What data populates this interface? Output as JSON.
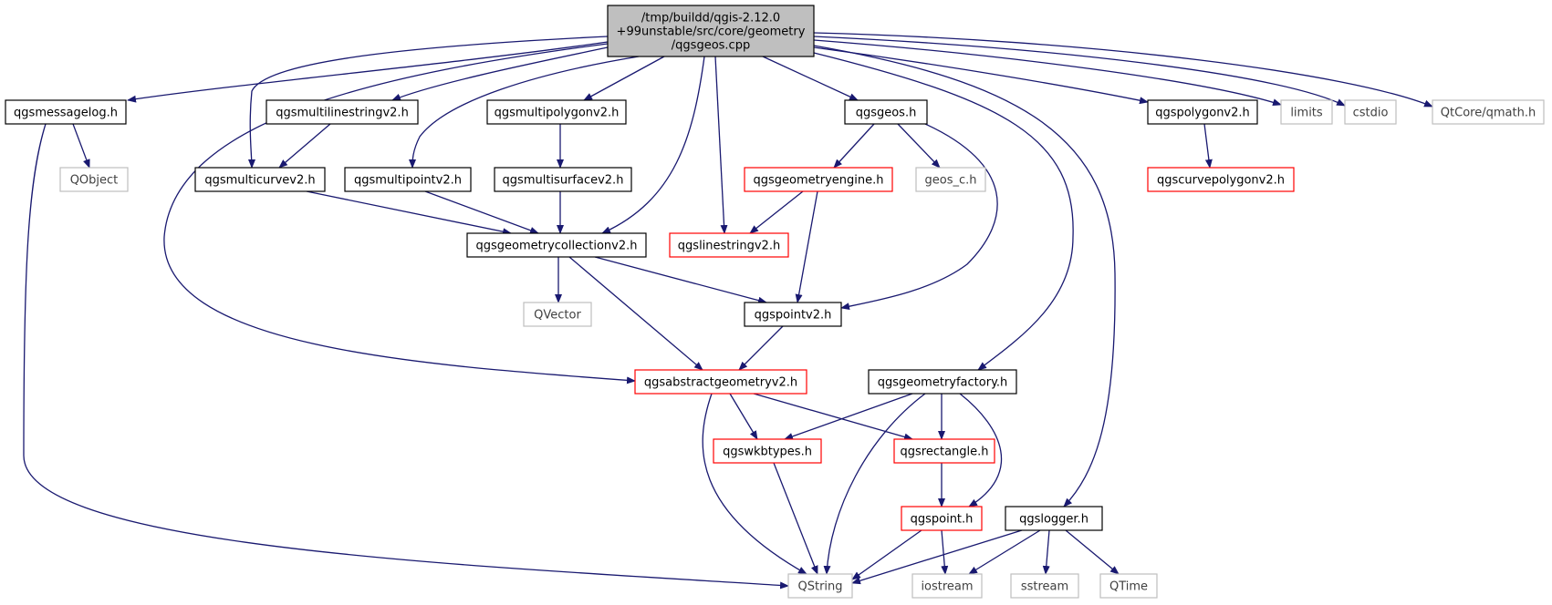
{
  "root": {
    "lines": [
      "/tmp/buildd/qgis-2.12.0",
      "+99unstable/src/core/geometry",
      "/qgsgeos.cpp"
    ]
  },
  "nodes": {
    "qgsmessagelog": {
      "label": "qgsmessagelog.h",
      "style": "normal"
    },
    "qgsmultilinestringv2": {
      "label": "qgsmultilinestringv2.h",
      "style": "normal"
    },
    "qgsmultipolygonv2": {
      "label": "qgsmultipolygonv2.h",
      "style": "normal"
    },
    "qgsgeos_h": {
      "label": "qgsgeos.h",
      "style": "normal"
    },
    "qgspolygonv2": {
      "label": "qgspolygonv2.h",
      "style": "normal"
    },
    "limits": {
      "label": "limits",
      "style": "grey"
    },
    "cstdio": {
      "label": "cstdio",
      "style": "grey"
    },
    "qmath": {
      "label": "QtCore/qmath.h",
      "style": "grey"
    },
    "qobject": {
      "label": "QObject",
      "style": "grey"
    },
    "qgsmulticurvev2": {
      "label": "qgsmulticurvev2.h",
      "style": "normal"
    },
    "qgsmultipointv2": {
      "label": "qgsmultipointv2.h",
      "style": "normal"
    },
    "qgsmultisurfacev2": {
      "label": "qgsmultisurfacev2.h",
      "style": "normal"
    },
    "qgsgeometryengine": {
      "label": "qgsgeometryengine.h",
      "style": "red"
    },
    "geos_c": {
      "label": "geos_c.h",
      "style": "grey"
    },
    "qgscurvepolygonv2": {
      "label": "qgscurvepolygonv2.h",
      "style": "red"
    },
    "qgsgeometrycollectionv2": {
      "label": "qgsgeometrycollectionv2.h",
      "style": "normal"
    },
    "qgslinestringv2": {
      "label": "qgslinestringv2.h",
      "style": "red"
    },
    "qvector": {
      "label": "QVector",
      "style": "grey"
    },
    "qgspointv2": {
      "label": "qgspointv2.h",
      "style": "normal"
    },
    "qgsabstractgeometryv2": {
      "label": "qgsabstractgeometryv2.h",
      "style": "red"
    },
    "qgsgeometryfactory": {
      "label": "qgsgeometryfactory.h",
      "style": "normal"
    },
    "qgswkbtypes": {
      "label": "qgswkbtypes.h",
      "style": "red"
    },
    "qgsrectangle": {
      "label": "qgsrectangle.h",
      "style": "red"
    },
    "qgspoint": {
      "label": "qgspoint.h",
      "style": "red"
    },
    "qgslogger": {
      "label": "qgslogger.h",
      "style": "normal"
    },
    "qstring": {
      "label": "QString",
      "style": "grey"
    },
    "iostream": {
      "label": "iostream",
      "style": "grey"
    },
    "sstream": {
      "label": "sstream",
      "style": "grey"
    },
    "qtime": {
      "label": "QTime",
      "style": "grey"
    }
  },
  "colors": {
    "normal_border": "#000000",
    "red_border": "#ff0000",
    "grey_border": "#bfbfbf",
    "root_fill": "#bfbfbf",
    "edge": "#191970"
  }
}
